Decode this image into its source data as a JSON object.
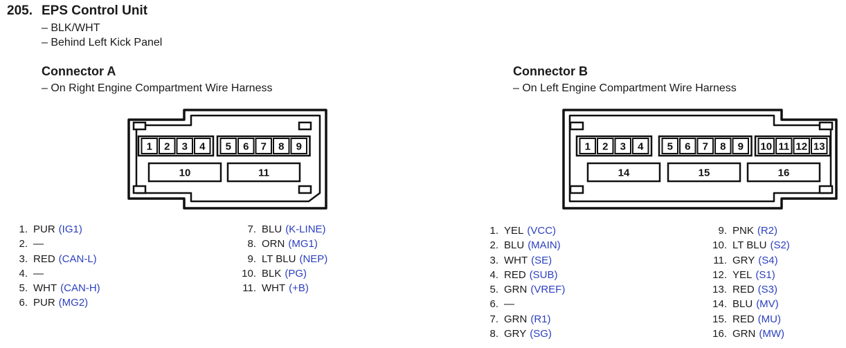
{
  "header": {
    "number": "205.",
    "title": "EPS Control Unit",
    "notes": [
      "– BLK/WHT",
      "– Behind Left Kick Panel"
    ]
  },
  "connector_a": {
    "title": "Connector A",
    "location": "– On Right Engine Compartment Wire Harness",
    "pin_groups": [
      [
        "1",
        "2",
        "3",
        "4"
      ],
      [
        "5",
        "6",
        "7",
        "8",
        "9"
      ]
    ],
    "large_pins": [
      "10",
      "11"
    ],
    "pins_col1": [
      {
        "num": "1.",
        "color": "PUR",
        "signal": "(IG1)"
      },
      {
        "num": "2.",
        "color": "—",
        "signal": ""
      },
      {
        "num": "3.",
        "color": "RED",
        "signal": "(CAN-L)"
      },
      {
        "num": "4.",
        "color": "—",
        "signal": ""
      },
      {
        "num": "5.",
        "color": "WHT",
        "signal": "(CAN-H)"
      },
      {
        "num": "6.",
        "color": "PUR",
        "signal": "(MG2)"
      }
    ],
    "pins_col2": [
      {
        "num": "7.",
        "color": "BLU",
        "signal": "(K-LINE)"
      },
      {
        "num": "8.",
        "color": "ORN",
        "signal": "(MG1)"
      },
      {
        "num": "9.",
        "color": "LT BLU",
        "signal": "(NEP)"
      },
      {
        "num": "10.",
        "color": "BLK",
        "signal": "(PG)"
      },
      {
        "num": "11.",
        "color": "WHT",
        "signal": "(+B)"
      }
    ]
  },
  "connector_b": {
    "title": "Connector B",
    "location": "– On Left Engine Compartment Wire Harness",
    "pin_groups": [
      [
        "1",
        "2",
        "3",
        "4"
      ],
      [
        "5",
        "6",
        "7",
        "8",
        "9"
      ],
      [
        "10",
        "11",
        "12",
        "13"
      ]
    ],
    "large_pins": [
      "14",
      "15",
      "16"
    ],
    "pins_col1": [
      {
        "num": "1.",
        "color": "YEL",
        "signal": "(VCC)"
      },
      {
        "num": "2.",
        "color": "BLU",
        "signal": "(MAIN)"
      },
      {
        "num": "3.",
        "color": "WHT",
        "signal": "(SE)"
      },
      {
        "num": "4.",
        "color": "RED",
        "signal": "(SUB)"
      },
      {
        "num": "5.",
        "color": "GRN",
        "signal": "(VREF)"
      },
      {
        "num": "6.",
        "color": "—",
        "signal": ""
      },
      {
        "num": "7.",
        "color": "GRN",
        "signal": "(R1)"
      },
      {
        "num": "8.",
        "color": "GRY",
        "signal": "(SG)"
      }
    ],
    "pins_col2": [
      {
        "num": "9.",
        "color": "PNK",
        "signal": "(R2)"
      },
      {
        "num": "10.",
        "color": "LT BLU",
        "signal": "(S2)"
      },
      {
        "num": "11.",
        "color": "GRY",
        "signal": "(S4)"
      },
      {
        "num": "12.",
        "color": "YEL",
        "signal": "(S1)"
      },
      {
        "num": "13.",
        "color": "RED",
        "signal": "(S3)"
      },
      {
        "num": "14.",
        "color": "BLU",
        "signal": "(MV)"
      },
      {
        "num": "15.",
        "color": "RED",
        "signal": "(MU)"
      },
      {
        "num": "16.",
        "color": "GRN",
        "signal": "(MW)"
      }
    ]
  },
  "colors": {
    "signal": "#2b3fbf",
    "text": "#1a1a1a",
    "outline": "#111111"
  }
}
